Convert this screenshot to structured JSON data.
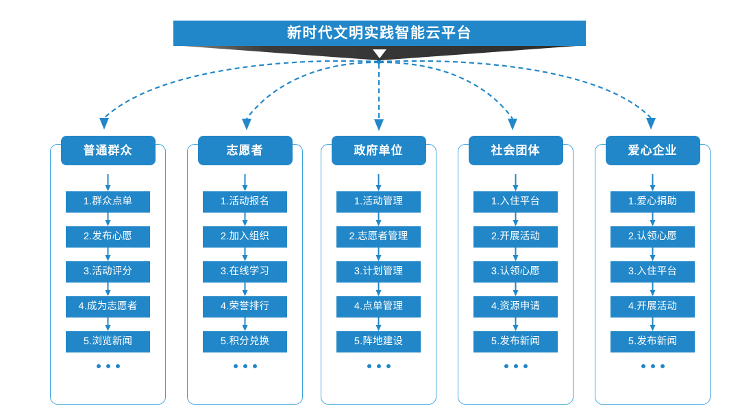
{
  "header": {
    "title": "新时代文明实践智能云平台",
    "accent_color": "#2287c8",
    "shadow_color": "#2e2e2e",
    "arrow_icon": "chevron-down-icon"
  },
  "connector": {
    "style": "dashed",
    "color": "#2287c8",
    "arrow_icon": "arrow-down-icon"
  },
  "diagram": {
    "border_color": "#3ca3dd",
    "ellipsis_label": "...",
    "columns": [
      {
        "header": "普通群众",
        "steps": [
          "1.群众点单",
          "2.发布心愿",
          "3.活动评分",
          "4.成为志愿者",
          "5.浏览新闻"
        ]
      },
      {
        "header": "志愿者",
        "steps": [
          "1.活动报名",
          "2.加入组织",
          "3.在线学习",
          "4.荣誉排行",
          "5.积分兑换"
        ]
      },
      {
        "header": "政府单位",
        "steps": [
          "1.活动管理",
          "2.志愿者管理",
          "3.计划管理",
          "4.点单管理",
          "5.阵地建设"
        ]
      },
      {
        "header": "社会团体",
        "steps": [
          "1.入住平台",
          "2.开展活动",
          "3.认领心愿",
          "4.资源申请",
          "5.发布新闻"
        ]
      },
      {
        "header": "爱心企业",
        "steps": [
          "1.爱心捐助",
          "2.认领心愿",
          "3.入住平台",
          "4.开展活动",
          "5.发布新闻"
        ]
      }
    ]
  }
}
